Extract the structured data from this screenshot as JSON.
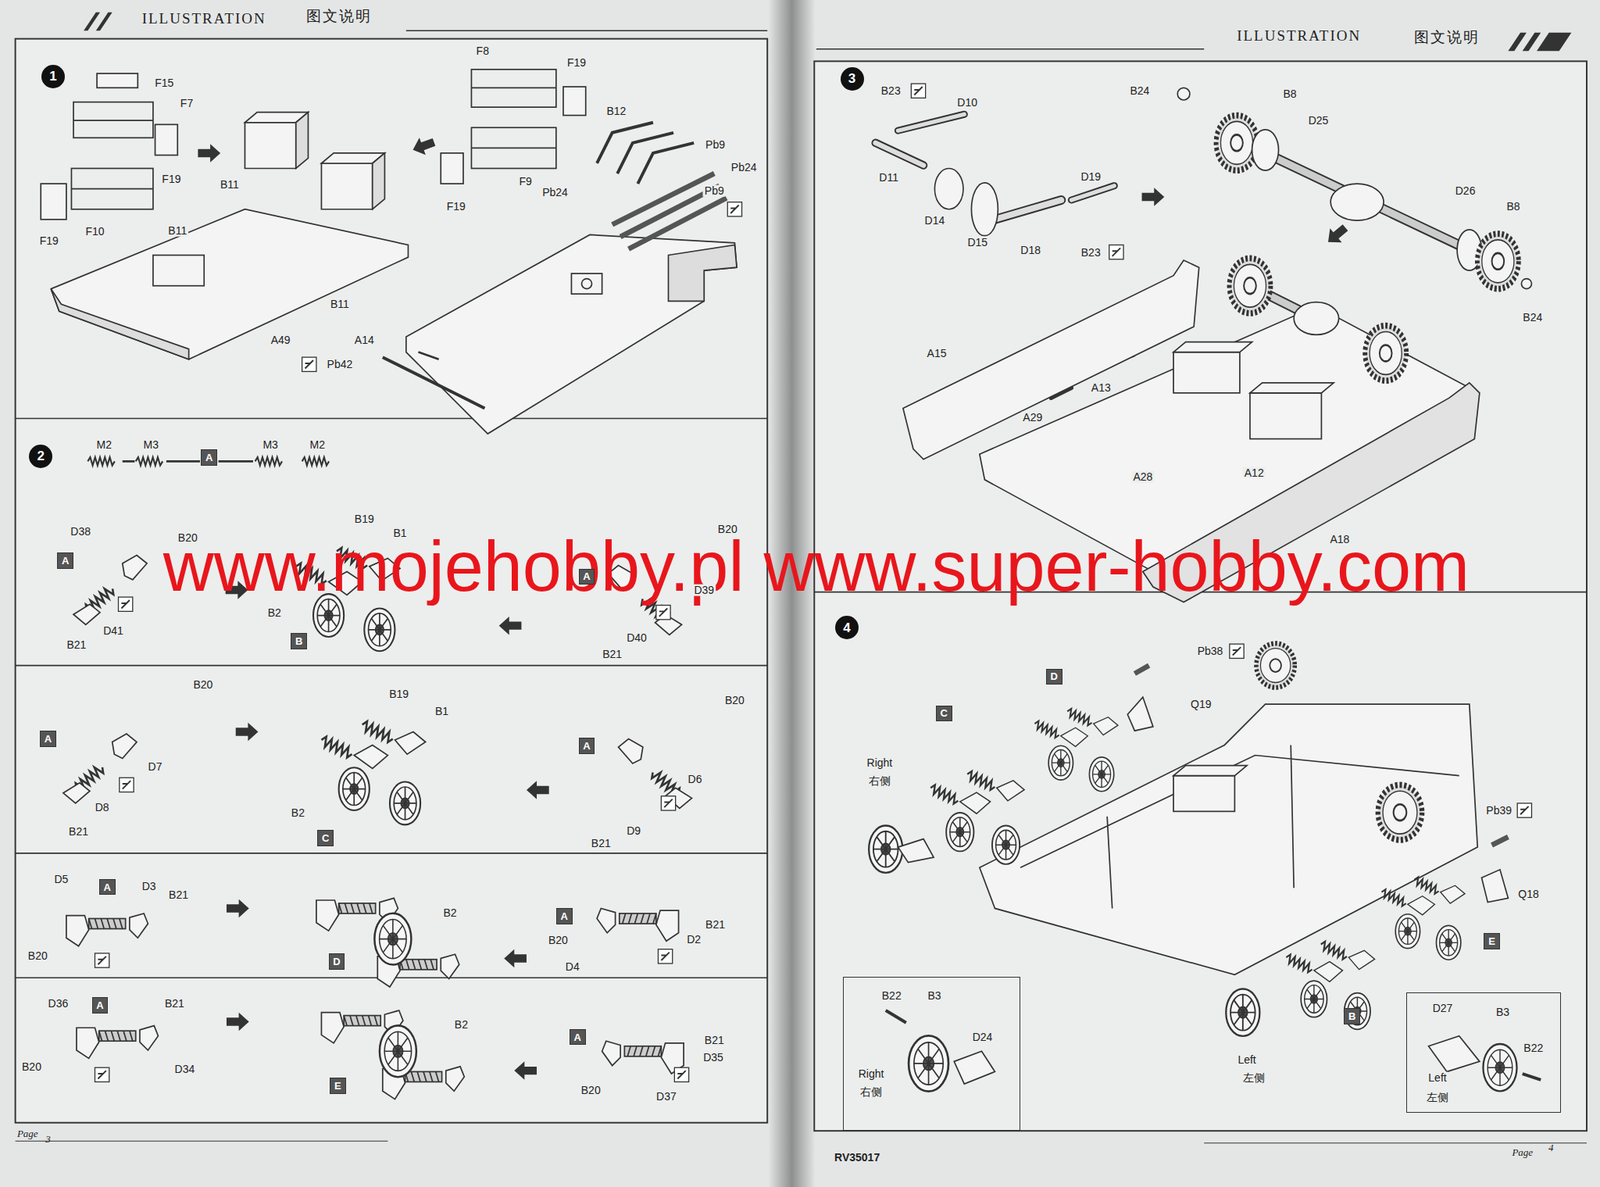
{
  "diagram": {
    "nodes": [
      {
        "text": [
          "1"
        ]
      },
      {
        "text": [
          "2"
        ]
      },
      {
        "text": [
          "A"
        ]
      },
      {
        "text": [
          "A"
        ]
      },
      {
        "text": [
          "B"
        ]
      },
      {
        "text": [
          "A"
        ]
      },
      {
        "text": [
          "A"
        ]
      },
      {
        "text": [
          "C"
        ]
      },
      {
        "text": [
          "A"
        ]
      },
      {
        "text": [
          "A"
        ]
      },
      {
        "text": [
          "D"
        ]
      },
      {
        "text": [
          "A"
        ]
      },
      {
        "text": [
          "A"
        ]
      },
      {
        "text": [
          "E"
        ]
      },
      {
        "text": [
          "A"
        ]
      },
      {
        "text": [
          "3"
        ]
      },
      {
        "text": [
          "4"
        ]
      },
      {
        "text": [
          "D"
        ]
      },
      {
        "text": [
          "C"
        ]
      },
      {
        "text": [
          "E"
        ]
      },
      {
        "text": [
          "B"
        ]
      },
      {
        "text": [
          "B22",
          "B3",
          "D24",
          "Right",
          "右侧"
        ]
      },
      {
        "text": [
          "D27",
          "B3",
          "B22",
          "Left",
          "左侧"
        ]
      }
    ],
    "labels": [
      "ILLUSTRATION",
      "图文说明",
      "ILLUSTRATION",
      "图文说明",
      "F15",
      "F7",
      "F19",
      "B11",
      "F19",
      "F10",
      "B11",
      "A49",
      "B11",
      "F8",
      "F19",
      "B12",
      "Pb9",
      "Pb24",
      "Pb24",
      "Pb9",
      "F9",
      "F19",
      "A14",
      "Pb42",
      "M2",
      "M3",
      "M3",
      "M2",
      "D38",
      "B20",
      "D41",
      "B21",
      "B19",
      "B1",
      "B2",
      "B20",
      "D39",
      "D40",
      "B21",
      "B20",
      "D7",
      "D8",
      "B21",
      "B19",
      "B1",
      "B2",
      "B20",
      "D6",
      "D9",
      "B21",
      "D5",
      "D3",
      "B21",
      "B20",
      "B2",
      "B20",
      "D4",
      "D2",
      "B21",
      "D36",
      "B21",
      "B20",
      "D34",
      "B2",
      "B21",
      "D35",
      "B20",
      "D37",
      "Page",
      "3",
      "B23",
      "D10",
      "D11",
      "D14",
      "D15",
      "D18",
      "D19",
      "B23",
      "B24",
      "B8",
      "D25",
      "D26",
      "B8",
      "B24",
      "A15",
      "A13",
      "A29",
      "A28",
      "A12",
      "A18",
      "Pb38",
      "Q19",
      "Right",
      "右侧",
      "Pb39",
      "Q18",
      "Left",
      "左侧",
      "RV35017",
      "Page",
      "4",
      "www.mojehobby.pl www.super-hobby.com"
    ]
  }
}
